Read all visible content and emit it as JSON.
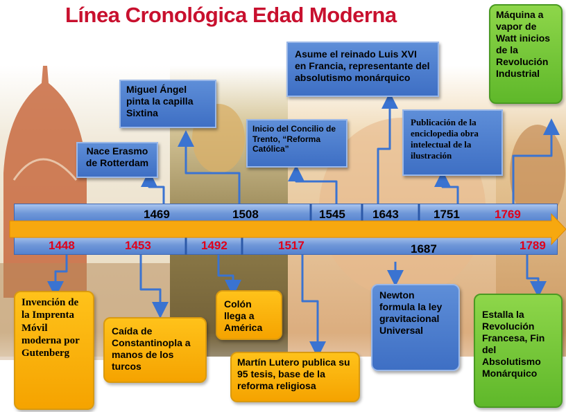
{
  "title": "Línea Cronológica Edad Moderna",
  "colors": {
    "title": "#c8102e",
    "blue_box": "#4a7ccc",
    "orange_box": "#f9b20e",
    "green_box": "#78c83a",
    "arrow": "#3a73d1",
    "main_arrow": "#f7a80f",
    "year_red": "#e0001a",
    "year_black": "#000000"
  },
  "top_years": [
    {
      "label": "1469",
      "color": "black"
    },
    {
      "label": "1508",
      "color": "black"
    },
    {
      "label": "1545",
      "color": "black"
    },
    {
      "label": "1643",
      "color": "black"
    },
    {
      "label": "1751",
      "color": "black"
    },
    {
      "label": "1769",
      "color": "red"
    }
  ],
  "bottom_years": [
    {
      "label": "1448",
      "color": "red"
    },
    {
      "label": "1453",
      "color": "red"
    },
    {
      "label": "1492",
      "color": "red"
    },
    {
      "label": "1517",
      "color": "red"
    },
    {
      "label": "1687",
      "color": "black"
    },
    {
      "label": "1789",
      "color": "red"
    }
  ],
  "events_top": {
    "erasmo": "Nace Erasmo de Rotterdam",
    "miguel_angel": "Miguel Ángel pinta la capilla Sixtina",
    "concilio": "Inicio del Concilio de Trento, “Reforma Católica”",
    "luis_xvi": "Asume el reinado Luis XVI en Francia, representante del absolutismo monárquico",
    "enciclopedia": "Publicación de la enciclopedia obra intelectual de la ilustración",
    "watt": "Máquina a vapor de Watt inicios de la Revolución Industrial"
  },
  "events_bottom": {
    "imprenta": "Invención de la Imprenta Móvil moderna por Gutenberg",
    "constantinopla": "Caída de Constantinopla a manos de los turcos",
    "colon": "Colón llega a América",
    "lutero": "Martín Lutero publica su 95 tesis, base de la reforma religiosa",
    "newton": "Newton formula la ley gravitacional Universal",
    "revolucion": "Estalla la Revolución Francesa, Fin del Absolutismo Monárquico"
  }
}
